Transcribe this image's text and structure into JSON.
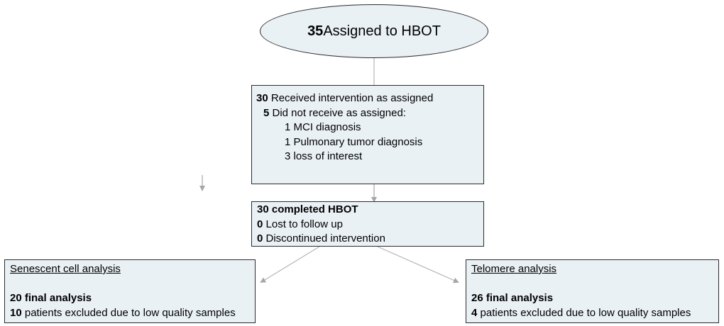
{
  "assigned": {
    "count": "35",
    "label": " Assigned to HBOT"
  },
  "intervention": {
    "received_count": "30",
    "received_label": " Received intervention as assigned",
    "not_received_count": "5",
    "not_received_label": " Did not receive as assigned:",
    "reasons": [
      "1 MCI diagnosis",
      "1 Pulmonary tumor diagnosis",
      "3 loss of interest"
    ]
  },
  "completed": {
    "title": "30 completed HBOT",
    "lost_count": "0",
    "lost_label": " Lost to follow up",
    "discontinued_count": "0",
    "discontinued_label": " Discontinued intervention"
  },
  "senescent": {
    "heading": "Senescent cell analysis",
    "final": "20 final analysis",
    "excluded_count": "10",
    "excluded_label": " patients excluded due to low quality samples"
  },
  "telomere": {
    "heading": "Telomere analysis",
    "final": "26 final analysis",
    "excluded_count": "4",
    "excluded_label": " patients excluded due to low quality samples"
  },
  "colors": {
    "box_fill": "#eaf1f5",
    "border": "#2b2b2b",
    "arrow": "#a6a6a6"
  }
}
